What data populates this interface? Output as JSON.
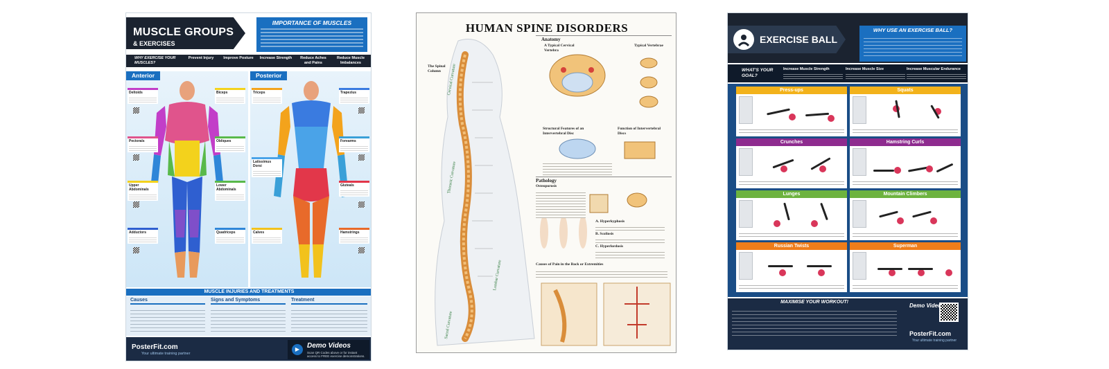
{
  "poster_muscles": {
    "title": "MUSCLE GROUPS",
    "subtitle": "& EXERCISES",
    "importance_title": "IMPORTANCE OF MUSCLES",
    "why_label": "WHY EXERCISE YOUR MUSCLES?",
    "benefits": [
      "Prevent Injury",
      "Improve Posture",
      "Increase Strength",
      "Reduce Aches and Pains",
      "Reduce Muscle Imbalances"
    ],
    "anterior": "Anterior",
    "posterior": "Posterior",
    "anterior_labels": [
      "Deltoids",
      "Pectorals",
      "Upper Abdominals",
      "Adductors",
      "Biceps",
      "Obliques",
      "Lower Abdominals",
      "Quadriceps"
    ],
    "posterior_labels": [
      "Triceps",
      "Latissimus Dorsi",
      "Calves",
      "Trapezius",
      "Forearms",
      "Gluteals",
      "Hamstrings"
    ],
    "injuries_title": "MUSCLE INJURIES AND TREATMENTS",
    "injury_cols": [
      "Causes",
      "Signs and Symptoms",
      "Treatment"
    ],
    "brand": "PosterFit.com",
    "tagline": "Your ultimate training partner",
    "demo_title": "Demo Videos",
    "demo_sub": "Scan QR Codes above or for instant access to FREE exercise demonstrations."
  },
  "poster_spine": {
    "title": "HUMAN SPINE DISORDERS",
    "anatomy": "Anatomy",
    "typical_cervical": "A Typical Cervical Vertebra",
    "typical_vertebrae": "Typical Vertebrae",
    "structural": "Structural Features of an Intervertebral Disc",
    "function": "Function of Intervertebral Discs",
    "pathology": "Pathology",
    "osteoporosis": "Osteoporosis",
    "causes": "Causes of Pain in the Back or Extremities",
    "spinal_column": "The Spinal Column",
    "regions": [
      "Cervical Curvature",
      "Thoracic Curvature",
      "Lumbar Curvature",
      "Sacral Curvature"
    ],
    "labels_kyph": [
      "A. Hyperkyphosis",
      "B. Scoliosis",
      "C. Hyperlordosis"
    ]
  },
  "poster_ball": {
    "title": "EXERCISE BALL",
    "why_title": "WHY USE AN EXERCISE BALL?",
    "goal_label": "WHAT'S YOUR GOAL?",
    "goals": [
      "Increase Muscle Strength",
      "Increase Muscle Size",
      "Increase Muscular Endurance"
    ],
    "exercises": [
      {
        "name": "Press-ups",
        "color": "#f2b21b"
      },
      {
        "name": "Squats",
        "color": "#f2b21b"
      },
      {
        "name": "Crunches",
        "color": "#8e2b8f"
      },
      {
        "name": "Hamstring Curls",
        "color": "#8e2b8f"
      },
      {
        "name": "Lunges",
        "color": "#6db33f"
      },
      {
        "name": "Mountain Climbers",
        "color": "#6db33f"
      },
      {
        "name": "Russian Twists",
        "color": "#ef7d1a"
      },
      {
        "name": "Superman",
        "color": "#ef7d1a"
      }
    ],
    "maximise": "MAXIMISE YOUR WORKOUT!",
    "demo_title": "Demo Videos",
    "brand": "PosterFit.com",
    "tagline": "Your ultimate training partner"
  },
  "colors": {
    "brand_blue": "#1a6fc0",
    "dark_navy": "#1b2330",
    "footer_navy": "#1b2b44",
    "ball_red": "#d9365a"
  }
}
